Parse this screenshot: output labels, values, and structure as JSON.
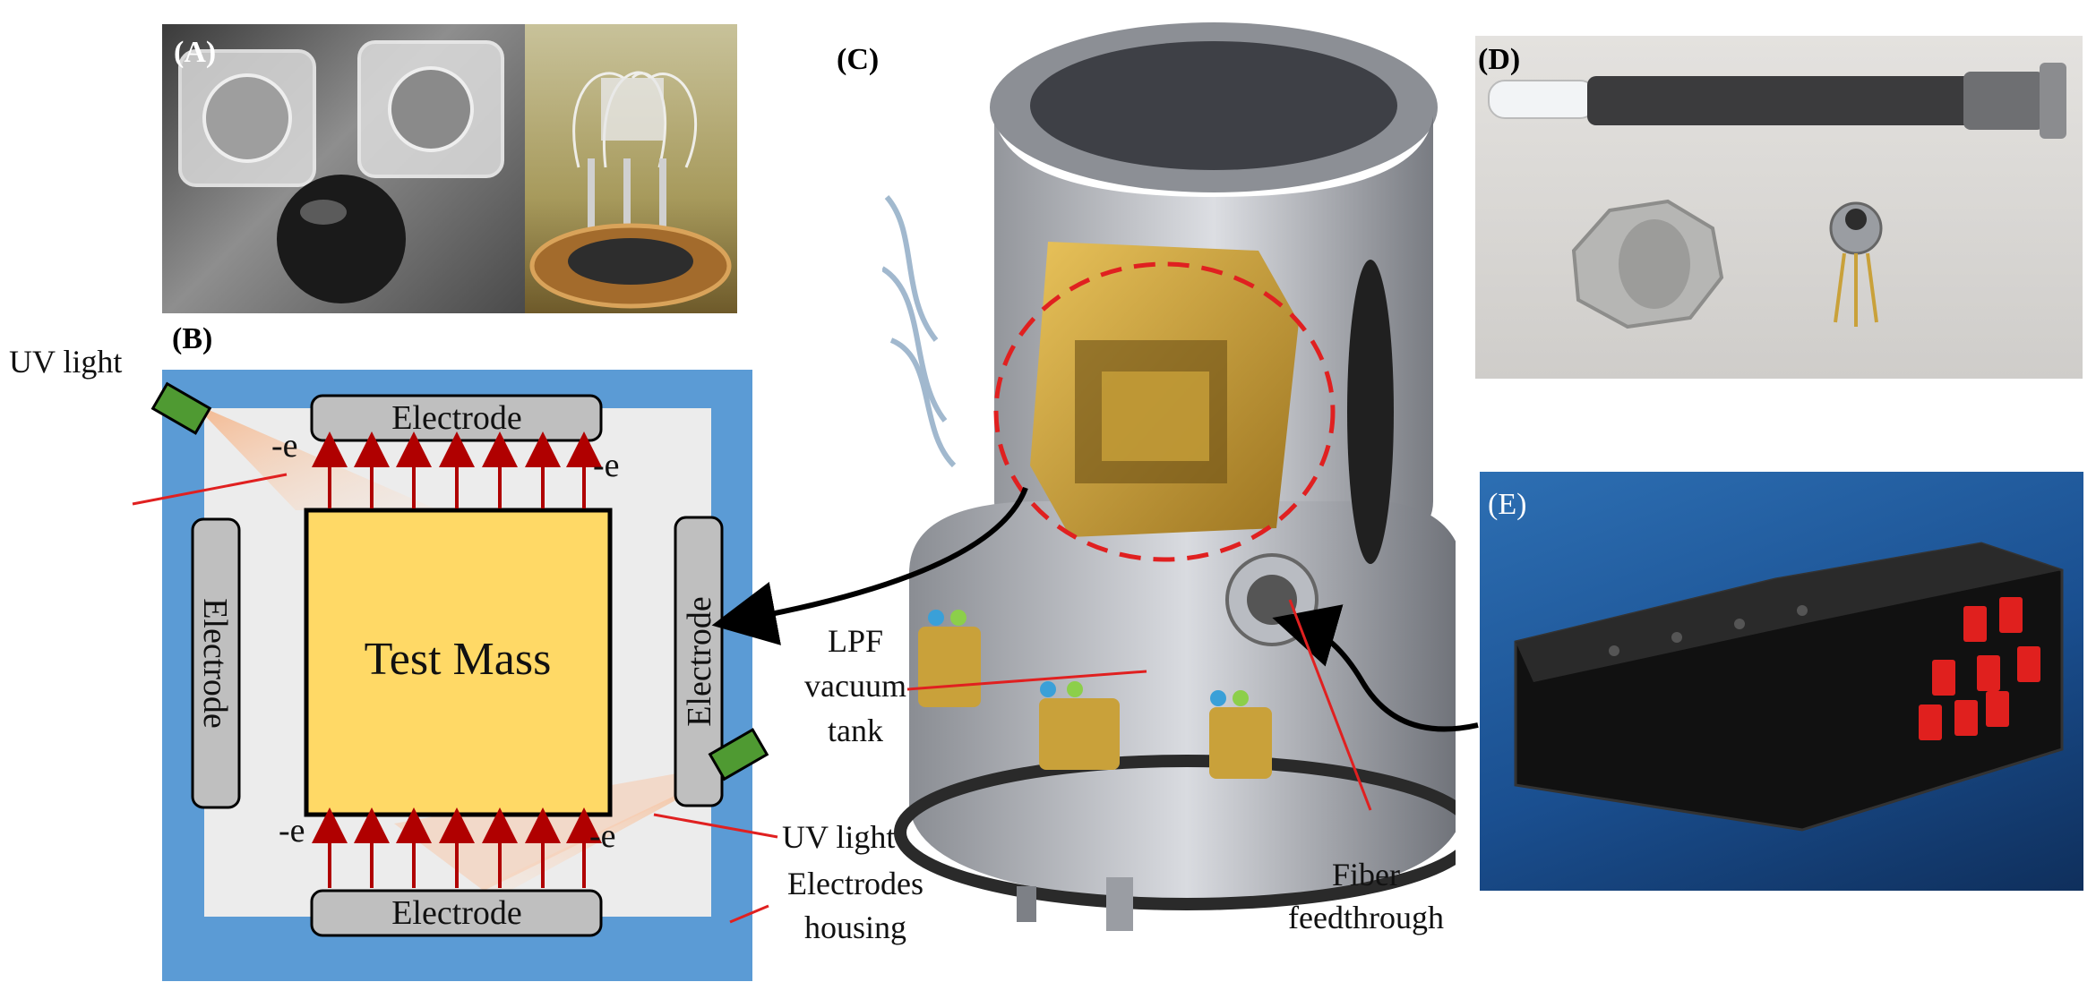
{
  "panels": {
    "a": "(A)",
    "b": "(B)",
    "c": "(C)",
    "d": "(D)",
    "e": "(E)"
  },
  "schematic": {
    "test_mass": "Test Mass",
    "electrode_top": "Electrode",
    "electrode_bottom": "Electrode",
    "electrode_left": "Electrode",
    "electrode_right": "Electrode",
    "charge_labels": [
      "-e",
      "-e",
      "-e",
      "-e"
    ],
    "uv_light_top": "UV light",
    "uv_light_bottom": "UV light",
    "housing_label_1": "Electrodes",
    "housing_label_2": "housing"
  },
  "callouts": {
    "lpf_1": "LPF",
    "lpf_2": "vacuum",
    "lpf_3": "tank",
    "fiber_1": "Fiber",
    "fiber_2": "feedthrough"
  },
  "colors": {
    "housing_blue": "#5b9bd5",
    "test_mass_yellow": "#ffd966",
    "uv_green": "#4f9a32",
    "arrow_red": "#b00000",
    "electrode_gray": "#bfbfbf",
    "gold": "#c9a13a"
  }
}
